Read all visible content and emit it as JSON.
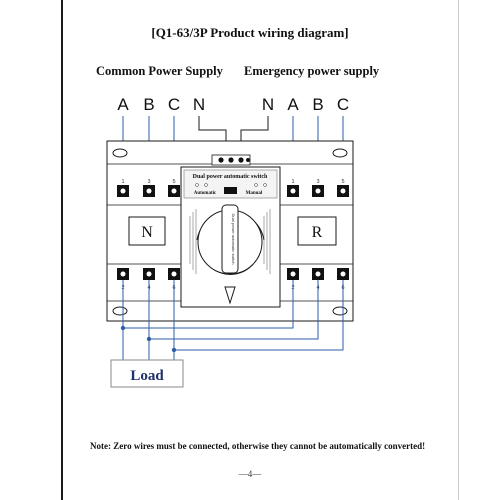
{
  "title": "[Q1-63/3P Product wiring diagram]",
  "supplies": {
    "common": "Common Power Supply",
    "emergency": "Emergency power supply"
  },
  "top_letters": [
    "A",
    "B",
    "C",
    "N",
    "N",
    "A",
    "B",
    "C"
  ],
  "device": {
    "nameplate": "Dual power automatic switch",
    "mode_automatic": "Automatic",
    "mode_manual": "Manual",
    "handle_text": "Dual power automatic switch",
    "left_module": "N",
    "right_module": "R",
    "terminals_top": [
      "1",
      "3",
      "5",
      "1",
      "3",
      "5"
    ],
    "terminals_bottom": [
      "2",
      "4",
      "6",
      "2",
      "4",
      "6"
    ]
  },
  "load_label": "Load",
  "note": "Note: Zero wires must be connected, otherwise they cannot be automatically converted!",
  "page_number": "—4—",
  "colors": {
    "wire_blue": "#2e5ea8",
    "line": "#1a1a1a",
    "load_border": "#888888",
    "load_text": "#1f2f6b"
  }
}
